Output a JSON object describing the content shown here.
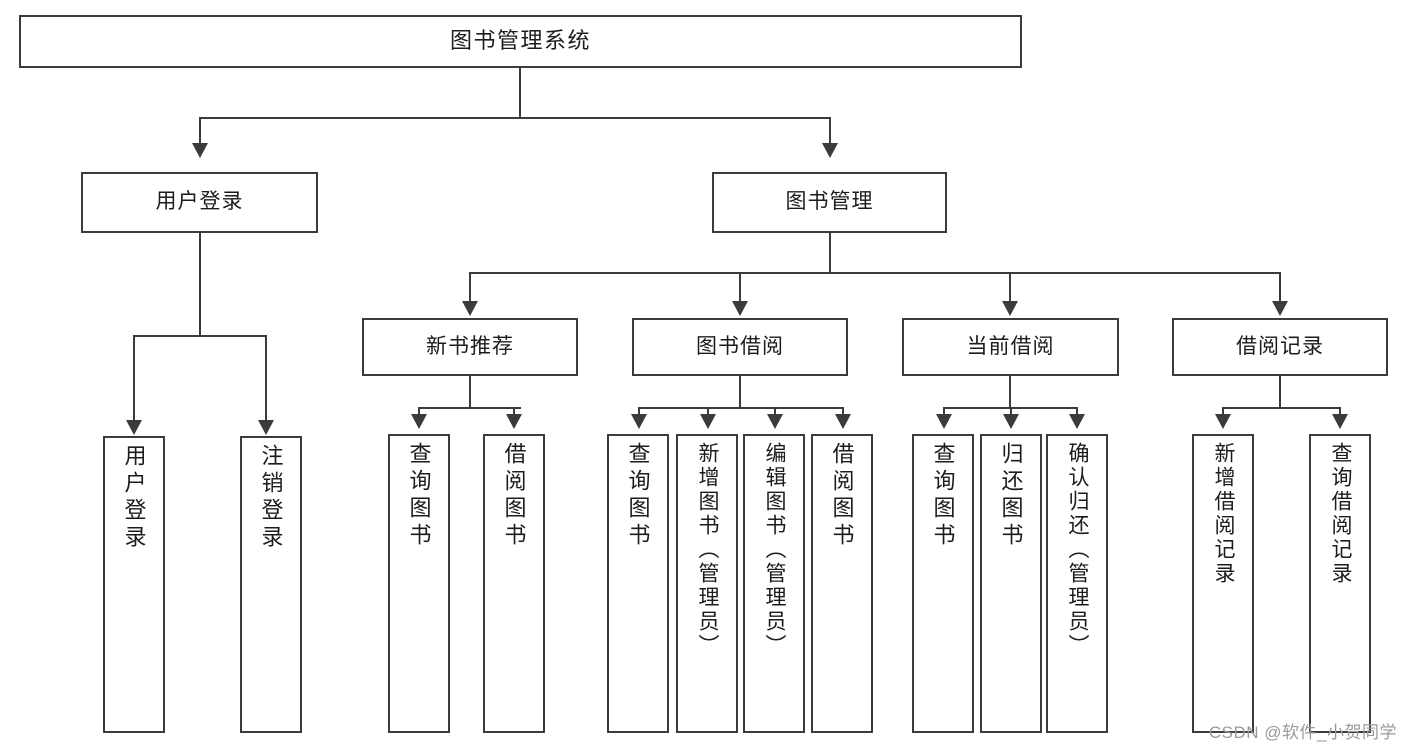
{
  "diagram": {
    "type": "tree",
    "title": "图书管理系统",
    "root": {
      "id": "root",
      "label": "图书管理系统"
    },
    "level1": [
      {
        "id": "user-login",
        "label": "用户登录"
      },
      {
        "id": "book-manage",
        "label": "图书管理"
      }
    ],
    "level2": [
      {
        "id": "new-book-rec",
        "label": "新书推荐",
        "parent": "book-manage"
      },
      {
        "id": "book-borrow",
        "label": "图书借阅",
        "parent": "book-manage"
      },
      {
        "id": "current-borrow",
        "label": "当前借阅",
        "parent": "book-manage"
      },
      {
        "id": "borrow-record",
        "label": "借阅记录",
        "parent": "book-manage"
      }
    ],
    "leaves": {
      "user-login": [
        {
          "id": "leaf-user-login",
          "label": "用户登录"
        },
        {
          "id": "leaf-logout",
          "label": "注销登录"
        }
      ],
      "new-book-rec": [
        {
          "id": "leaf-query-book-1",
          "label": "查询图书"
        },
        {
          "id": "leaf-borrow-book-1",
          "label": "借阅图书"
        }
      ],
      "book-borrow": [
        {
          "id": "leaf-query-book-2",
          "label": "查询图书"
        },
        {
          "id": "leaf-add-book",
          "label": "新增图书（管理员）"
        },
        {
          "id": "leaf-edit-book",
          "label": "编辑图书（管理员）"
        },
        {
          "id": "leaf-borrow-book-2",
          "label": "借阅图书"
        }
      ],
      "current-borrow": [
        {
          "id": "leaf-query-book-3",
          "label": "查询图书"
        },
        {
          "id": "leaf-return-book",
          "label": "归还图书"
        },
        {
          "id": "leaf-confirm-return",
          "label": "确认归还（管理员）"
        }
      ],
      "borrow-record": [
        {
          "id": "leaf-add-record",
          "label": "新增借阅记录"
        },
        {
          "id": "leaf-query-record",
          "label": "查询借阅记录"
        }
      ]
    }
  },
  "watermark": {
    "text": "CSDN @软件_小贺同学"
  },
  "colors": {
    "background": "#ffffff",
    "box_border": "#3b3b3b",
    "box_fill": "#ffffff",
    "text": "#1c1c1c",
    "watermark": "#9a9a9a"
  }
}
